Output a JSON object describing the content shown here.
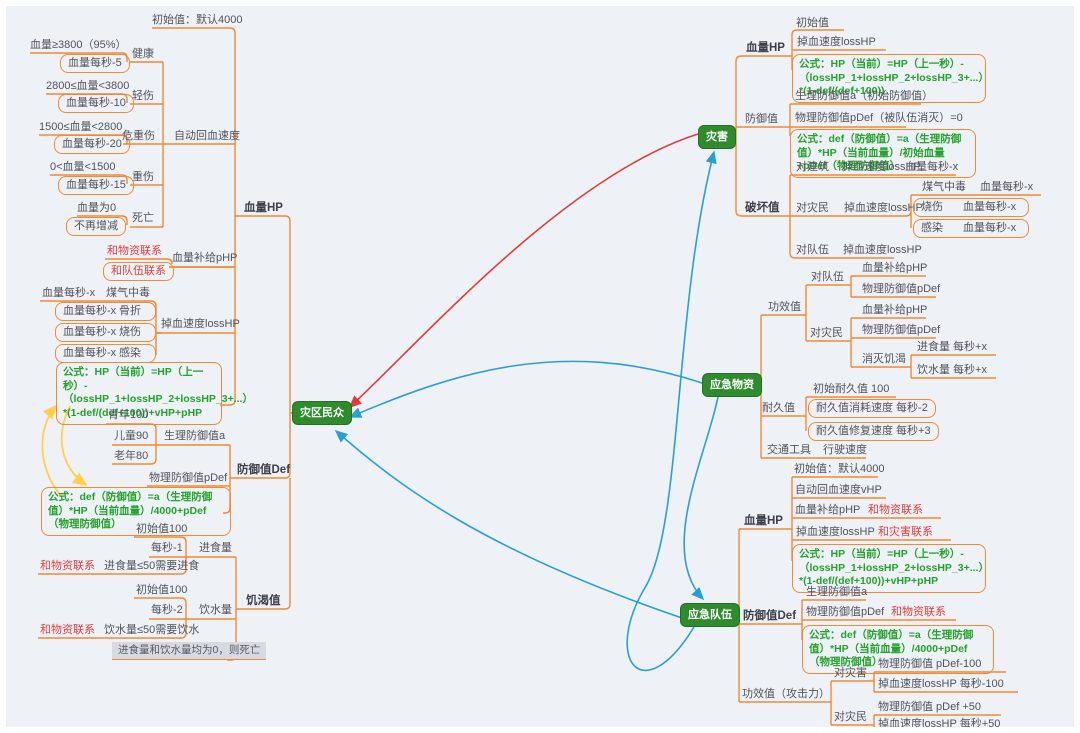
{
  "colors": {
    "branch_line": "#f08a34",
    "topic_green": "#2e8b2e",
    "formula_green": "#23a32b",
    "link_red": "#e23d3d",
    "arrow_blue": "#2a9fd6",
    "arrow_red": "#e03c3c",
    "arrow_yellow": "#ffd04a",
    "background": "#eef1f6"
  },
  "victims": {
    "title": "灾区民众",
    "hp": {
      "label": "血量HP",
      "initial": "初始值：默认4000",
      "auto_regen": "自动回血速度",
      "states": [
        {
          "name": "健康",
          "cond": "血量≥3800（95%）",
          "rate": "血量每秒-5"
        },
        {
          "name": "轻伤",
          "cond": "2800≤血量<3800",
          "rate": "血量每秒-10"
        },
        {
          "name": "危重伤",
          "cond": "1500≤血量<2800",
          "rate": "血量每秒-20"
        },
        {
          "name": "重伤",
          "cond": "0<血量<1500",
          "rate": "血量每秒-15"
        },
        {
          "name": "死亡",
          "cond": "血量为0",
          "rate": "不再增减"
        }
      ],
      "supply": {
        "label": "血量补给pHP",
        "link1": "和物资联系",
        "link2": "和队伍联系"
      },
      "loss": {
        "label": "掉血速度lossHP",
        "causes": [
          {
            "name": "煤气中毒",
            "rate": "血量每秒-x"
          },
          {
            "name": "骨折",
            "rate": "血量每秒-x"
          },
          {
            "name": "烧伤",
            "rate": "血量每秒-x"
          },
          {
            "name": "感染",
            "rate": "血量每秒-x"
          }
        ]
      },
      "formula": "公式：HP（当前）=HP（上一秒）-（lossHP_1+lossHP_2+lossHP_3+...）*(1-def/(def+100))+vHP+pHP"
    },
    "def": {
      "label": "防御值Def",
      "physio": {
        "label": "生理防御值a",
        "youth": "青年100",
        "child": "儿童90",
        "elder": "老年80"
      },
      "physical": "物理防御值pDef",
      "formula": "公式：def（防御值）=a（生理防御值）*HP（当前血量）/4000+pDef（物理防御值）"
    },
    "hunger": {
      "label": "饥渴值",
      "food": {
        "label": "进食量",
        "initial": "初始值100",
        "rate": "每秒-1",
        "link": "和物资联系",
        "note": "进食量≤50需要进食"
      },
      "water": {
        "label": "饮水量",
        "initial": "初始值100",
        "rate": "每秒-2",
        "link": "和物资联系",
        "note": "饮水量≤50需要饮水"
      },
      "death_note": "进食量和饮水量均为0，则死亡"
    }
  },
  "disaster": {
    "title": "灾害",
    "hp": {
      "label": "血量HP",
      "initial": "初始值",
      "loss": "掉血速度lossHP",
      "formula": "公式：HP（当前）=HP（上一秒）-（lossHP_1+lossHP_2+lossHP_3+...）*(1-def/(def+100))"
    },
    "def": {
      "label": "防御值",
      "physio": "生理防御值a（初始防御值）",
      "physical": "物理防御值pDef（被队伍消灭）=0",
      "formula": "公式：def（防御值）=a（生理防御值）*HP（当前血量）/初始血量+pDef（物理防御值）"
    },
    "damage": {
      "label": "破坏值",
      "building": {
        "label": "对建筑",
        "loss": "掉血速度lossHP",
        "rate": "血量每秒-x"
      },
      "victims": {
        "label": "对灾民",
        "loss": "掉血速度lossHP",
        "causes": [
          {
            "name": "煤气中毒",
            "rate": "血量每秒-x"
          },
          {
            "name": "烧伤",
            "rate": "血量每秒-x"
          },
          {
            "name": "感染",
            "rate": "血量每秒-x"
          }
        ]
      },
      "team": {
        "label": "对队伍",
        "loss": "掉血速度lossHP"
      }
    }
  },
  "supplies": {
    "title": "应急物资",
    "effect": {
      "label": "功效值",
      "team": {
        "label": "对队伍",
        "hp": "血量补给pHP",
        "def": "物理防御值pDef"
      },
      "victims": {
        "label": "对灾民",
        "hp": "血量补给pHP",
        "def": "物理防御值pDef",
        "hunger": {
          "label": "消灭饥渴",
          "food": "进食量 每秒+x",
          "water": "饮水量 每秒+x"
        }
      }
    },
    "durability": {
      "label": "耐久值",
      "initial": "初始耐久值 100",
      "consume": "耐久值消耗速度 每秒-2",
      "repair": "耐久值修复速度 每秒+3"
    },
    "transport": {
      "label": "交通工具",
      "speed": "行驶速度"
    }
  },
  "team": {
    "title": "应急队伍",
    "hp": {
      "label": "血量HP",
      "initial": "初始值：默认4000",
      "regen": "自动回血速度vHP",
      "supply": "血量补给pHP",
      "supply_link": "和物资联系",
      "loss": "掉血速度lossHP",
      "loss_link": "和灾害联系",
      "formula": "公式：HP（当前）=HP（上一秒）-（lossHP_1+lossHP_2+lossHP_3+...）*(1-def/(def+100))+vHP+pHP"
    },
    "def": {
      "label": "防御值Def",
      "physio": "生理防御值a",
      "physical": "物理防御值pDef",
      "link": "和物资联系",
      "formula": "公式：def（防御值）=a（生理防御值）*HP（当前血量）/4000+pDef（物理防御值）"
    },
    "effect": {
      "label": "功效值（攻击力）",
      "disaster": {
        "label": "对灾害",
        "def": "物理防御值 pDef-100",
        "loss": "掉血速度lossHP 每秒-100"
      },
      "victims": {
        "label": "对灾民",
        "def": "物理防御值 pDef +50",
        "loss": "掉血速度lossHP 每秒+50"
      }
    }
  }
}
